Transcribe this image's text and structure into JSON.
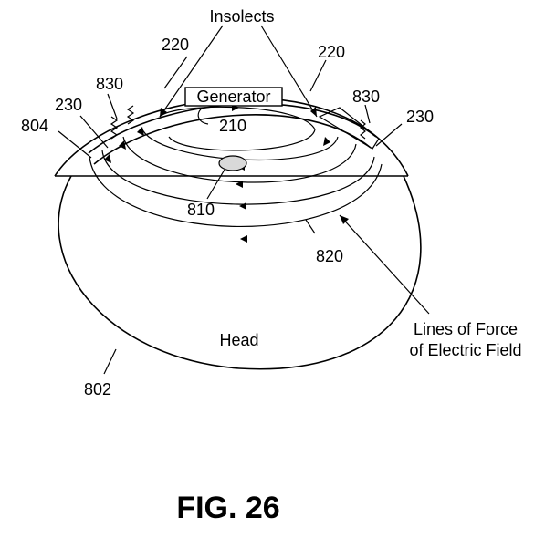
{
  "labels": {
    "insolects": "Insolects",
    "ref_220_left": "220",
    "ref_220_right": "220",
    "ref_830_left": "830",
    "ref_830_right": "830",
    "ref_230_left": "230",
    "ref_230_right": "230",
    "ref_804": "804",
    "generator": "Generator",
    "ref_210": "210",
    "ref_810": "810",
    "ref_820": "820",
    "head": "Head",
    "lines_of_force_line1": "Lines of Force",
    "lines_of_force_line2": "of Electric Field",
    "ref_802": "802"
  },
  "caption": "FIG. 26"
}
